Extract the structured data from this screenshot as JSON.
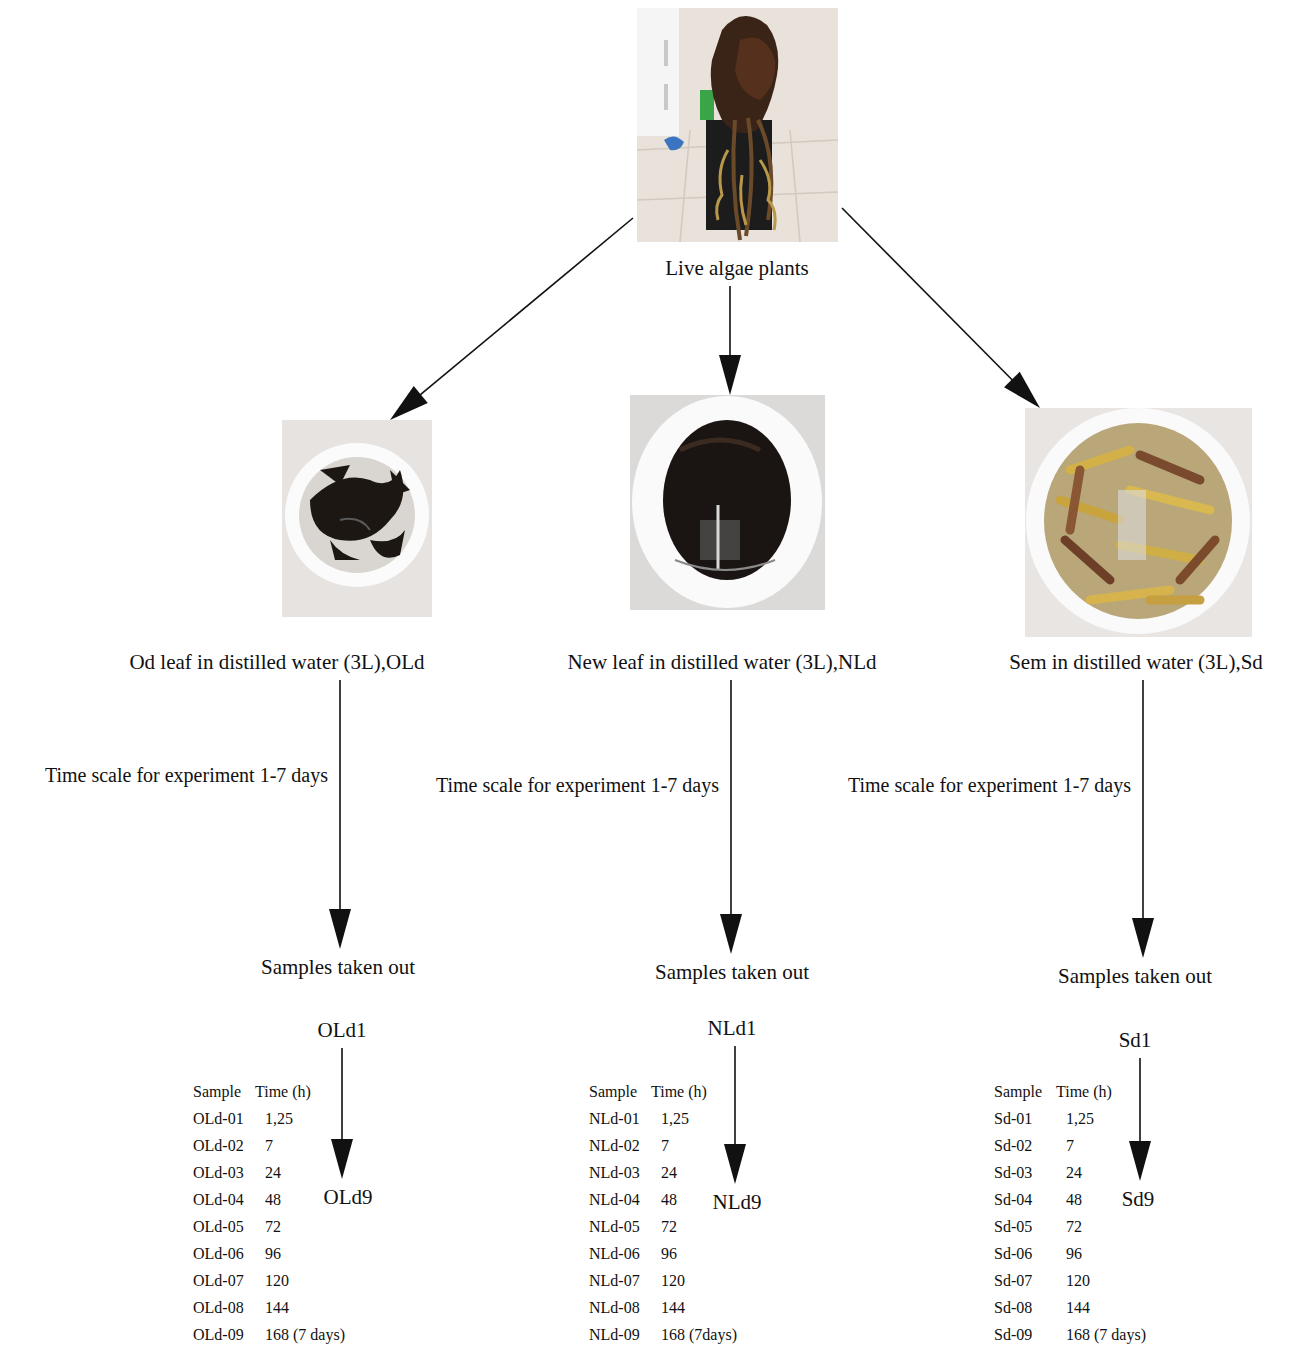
{
  "diagram": {
    "nodes": [
      {
        "text": [
          "Live algae plants"
        ]
      },
      {
        "text": [
          "Od leaf in distilled water (3L),OLd"
        ]
      },
      {
        "text": [
          "New leaf in distilled water (3L),NLd"
        ]
      },
      {
        "text": [
          "Sem in distilled water (3L),Sd"
        ]
      },
      {
        "text": [
          "Samples taken out",
          "OLd1"
        ]
      },
      {
        "text": [
          "OLd9"
        ]
      },
      {
        "text": [
          "Samples taken out",
          "NLd1"
        ]
      },
      {
        "text": [
          "NLd9"
        ]
      },
      {
        "text": [
          "Samples taken out",
          "Sd1"
        ]
      },
      {
        "text": [
          "Sd9"
        ]
      }
    ],
    "edges": [
      {
        "from": 0,
        "to": 1,
        "arrow": "to"
      },
      {
        "from": 0,
        "to": 2,
        "arrow": "to"
      },
      {
        "from": 0,
        "to": 3,
        "arrow": "to"
      },
      {
        "from": 1,
        "to": 4,
        "arrow": "to",
        "label": "Time scale for experiment 1-7 days"
      },
      {
        "from": 2,
        "to": 6,
        "arrow": "to",
        "label": "Time scale for experiment 1-7 days"
      },
      {
        "from": 3,
        "to": 8,
        "arrow": "to",
        "label": "Time scale for experiment 1-7 days"
      },
      {
        "from": 4,
        "to": 5,
        "arrow": "to"
      },
      {
        "from": 6,
        "to": 7,
        "arrow": "to"
      },
      {
        "from": 8,
        "to": 9,
        "arrow": "to"
      }
    ],
    "labels": [
      "Sample",
      "Time (h)",
      "OLd-01",
      "1,25",
      "OLd-02",
      "7",
      "OLd-03",
      "24",
      "OLd-04",
      "48",
      "OLd-05",
      "72",
      "OLd-06",
      "96",
      "OLd-07",
      "120",
      "OLd-08",
      "144",
      "OLd-09",
      "168 (7 days)",
      "Sample",
      "Time (h)",
      "NLd-01",
      "1,25",
      "NLd-02",
      "7",
      "NLd-03",
      "24",
      "NLd-04",
      "48",
      "NLd-05",
      "72",
      "NLd-06",
      "96",
      "NLd-07",
      "120",
      "NLd-08",
      "144",
      "NLd-09",
      "168 (7days)",
      "Sample",
      "Time (h)",
      "Sd-01",
      "1,25",
      "Sd-02",
      "7",
      "Sd-03",
      "24",
      "Sd-04",
      "48",
      "Sd-05",
      "72",
      "Sd-06",
      "96",
      "Sd-07",
      "120",
      "Sd-08",
      "144",
      "Sd-09",
      "168 (7 days)"
    ]
  }
}
